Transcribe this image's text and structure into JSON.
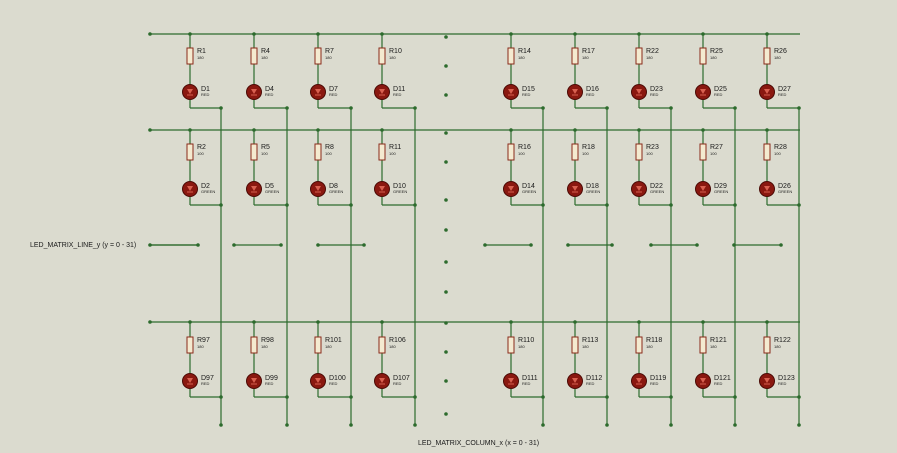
{
  "labels": {
    "row_bus": "LED_MATRIX_LINE_y (y = 0 - 31)",
    "column_bus": "LED_MATRIX_COLUMN_x (x = 0 - 31)"
  },
  "colors": {
    "background": "#dbdbcf",
    "wire": "#2d6b2d",
    "resistor_fill": "#f4ead0",
    "resistor_stroke": "#8a2a1a",
    "led_fill": "#8a1810",
    "led_stroke": "#4a0a05"
  },
  "rows": [
    {
      "cells": [
        {
          "r": "R1",
          "rv": "180",
          "d": "D1",
          "dc": "RED"
        },
        {
          "r": "R4",
          "rv": "180",
          "d": "D4",
          "dc": "RED"
        },
        {
          "r": "R7",
          "rv": "180",
          "d": "D7",
          "dc": "RED"
        },
        {
          "r": "R10",
          "rv": "180",
          "d": "D11",
          "dc": "RED"
        },
        {
          "r": "R14",
          "rv": "180",
          "d": "D15",
          "dc": "RED"
        },
        {
          "r": "R17",
          "rv": "180",
          "d": "D16",
          "dc": "RED"
        },
        {
          "r": "R22",
          "rv": "180",
          "d": "D23",
          "dc": "RED"
        },
        {
          "r": "R25",
          "rv": "180",
          "d": "D25",
          "dc": "RED"
        },
        {
          "r": "R26",
          "rv": "180",
          "d": "D27",
          "dc": "RED"
        }
      ]
    },
    {
      "cells": [
        {
          "r": "R2",
          "rv": "100",
          "d": "D2",
          "dc": "GREEN"
        },
        {
          "r": "R5",
          "rv": "100",
          "d": "D5",
          "dc": "GREEN"
        },
        {
          "r": "R8",
          "rv": "100",
          "d": "D8",
          "dc": "GREEN"
        },
        {
          "r": "R11",
          "rv": "100",
          "d": "D10",
          "dc": "GREEN"
        },
        {
          "r": "R16",
          "rv": "100",
          "d": "D14",
          "dc": "GREEN"
        },
        {
          "r": "R18",
          "rv": "100",
          "d": "D18",
          "dc": "GREEN"
        },
        {
          "r": "R23",
          "rv": "100",
          "d": "D22",
          "dc": "GREEN"
        },
        {
          "r": "R27",
          "rv": "100",
          "d": "D29",
          "dc": "GREEN"
        },
        {
          "r": "R28",
          "rv": "100",
          "d": "D26",
          "dc": "GREEN"
        }
      ]
    },
    {
      "cells": [
        {
          "r": "R97",
          "rv": "180",
          "d": "D97",
          "dc": "RED"
        },
        {
          "r": "R98",
          "rv": "180",
          "d": "D99",
          "dc": "RED"
        },
        {
          "r": "R101",
          "rv": "180",
          "d": "D100",
          "dc": "RED"
        },
        {
          "r": "R106",
          "rv": "180",
          "d": "D107",
          "dc": "RED"
        },
        {
          "r": "R110",
          "rv": "180",
          "d": "D111",
          "dc": "RED"
        },
        {
          "r": "R113",
          "rv": "180",
          "d": "D112",
          "dc": "RED"
        },
        {
          "r": "R118",
          "rv": "180",
          "d": "D119",
          "dc": "RED"
        },
        {
          "r": "R121",
          "rv": "180",
          "d": "D121",
          "dc": "RED"
        },
        {
          "r": "R122",
          "rv": "180",
          "d": "D123",
          "dc": "RED"
        }
      ]
    }
  ]
}
